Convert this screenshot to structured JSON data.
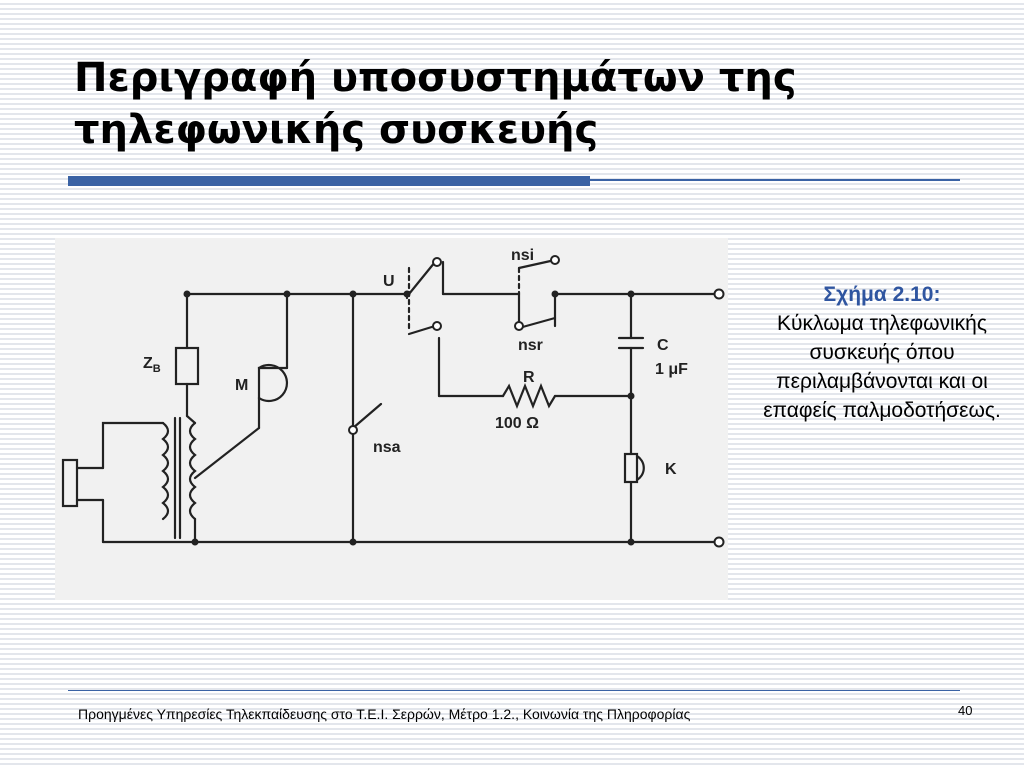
{
  "slide": {
    "title": "Περιγραφή υποσυστημάτων της τηλεφωνικής συσκευής",
    "caption_label": "Σχήμα 2.10:",
    "caption_text": "Κύκλωμα τηλεφωνικής συσκευής όπου περιλαμβάνονται και οι επαφείς παλμοδοτήσεως.",
    "footer": "Προηγμένες Υπηρεσίες Τηλεκπαίδευσης στο Τ.Ε.Ι. Σερρών, Μέτρο 1.2., Κοινωνία της Πληροφορίας",
    "page_number": "40"
  },
  "diagram": {
    "labels": {
      "u": "U",
      "nsi": "nsi",
      "nsr": "nsr",
      "c": "C",
      "c_value": "1 μF",
      "r": "R",
      "r_value": "100 Ω",
      "zb_main": "Z",
      "zb_sub": "B",
      "m": "M",
      "nsa": "nsa",
      "k": "K"
    }
  },
  "colors": {
    "accent": "#3a62a4",
    "caption_label": "#2f55a0",
    "wire": "#222222"
  }
}
